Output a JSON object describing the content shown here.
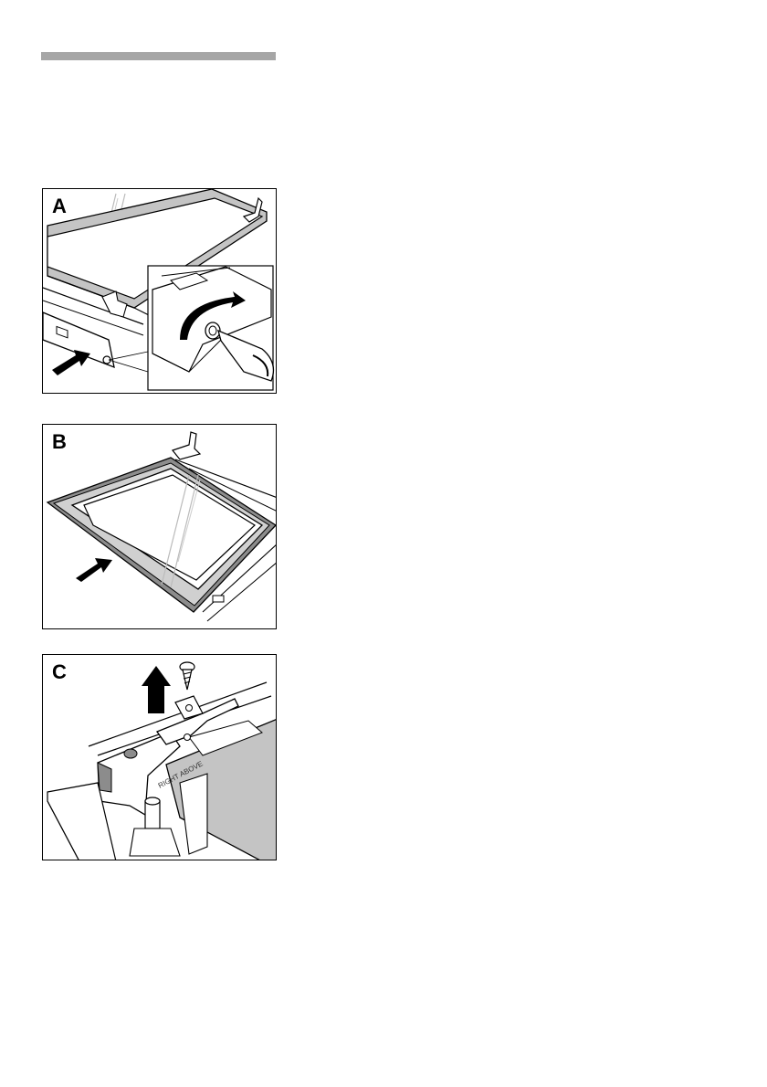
{
  "page": {
    "rule_color": "#a6a6a6"
  },
  "figures": [
    {
      "label": "A",
      "description_icon": "screw-removal-icon"
    },
    {
      "label": "B",
      "description_icon": "glass-pane-slide-out-icon"
    },
    {
      "label": "C",
      "description_icon": "bracket-lift-icon",
      "stamp_text": "RIGHT ABOVE"
    }
  ]
}
